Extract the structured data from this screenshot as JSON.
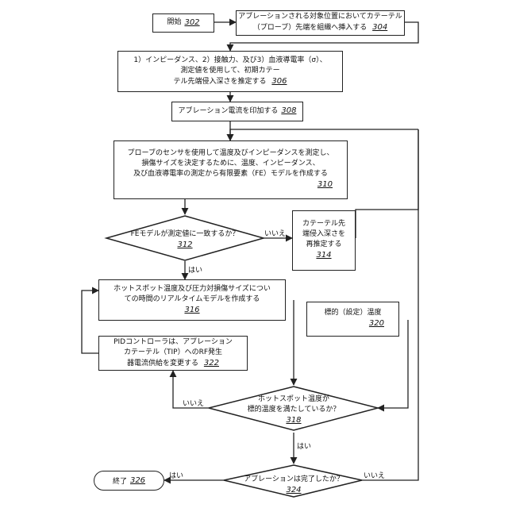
{
  "steps": {
    "s302": {
      "label": "開始",
      "ref": "302"
    },
    "s304": {
      "lines": [
        "アブレーションされる対象位置においてカテーテル",
        "（プローブ）先端を組織へ挿入する"
      ],
      "ref": "304"
    },
    "s306": {
      "lines": [
        "1）インピーダンス、2）接触力、及び3）血液導電率（σ）、",
        "測定値を使用して、初期カテー",
        "テル先端侵入深さを推定する"
      ],
      "ref": "306"
    },
    "s308": {
      "label": "アブレーション電流を印加する",
      "ref": "308"
    },
    "s310": {
      "lines": [
        "プローブのセンサを使用して温度及びインピーダンスを測定し、",
        "損傷サイズを決定するために、温度、インピーダンス、",
        "及び血液導電率の測定から有限要素（FE）モデルを作成する"
      ],
      "ref": "310"
    },
    "s312": {
      "label": "FEモデルが測定値に一致するか？",
      "ref": "312"
    },
    "s314": {
      "lines": [
        "カテーテル先",
        "端侵入深さを",
        "再推定する"
      ],
      "ref": "314"
    },
    "s316": {
      "lines": [
        "ホットスポット温度及び圧力対損傷サイズについ",
        "ての時間のリアルタイムモデルを作成する"
      ],
      "ref": "316"
    },
    "s320": {
      "label": "標的（設定）温度",
      "ref": "320"
    },
    "s322": {
      "lines": [
        "PIDコントローラは、アブレーション",
        "カテーテル（TIP）へのRF発生",
        "器電流供給を変更する"
      ],
      "ref": "322"
    },
    "s318": {
      "lines": [
        "ホットスポット温度が",
        "標的温度を満たしているか？"
      ],
      "ref": "318"
    },
    "s324": {
      "label": "アブレーションは完了したか？",
      "ref": "324"
    },
    "s326": {
      "label": "終了",
      "ref": "326"
    }
  },
  "edge_labels": {
    "e312_no": "いいえ",
    "e312_yes": "はい",
    "e318_no": "いいえ",
    "e318_yes": "はい",
    "e324_yes": "はい",
    "e324_no": "いいえ"
  }
}
